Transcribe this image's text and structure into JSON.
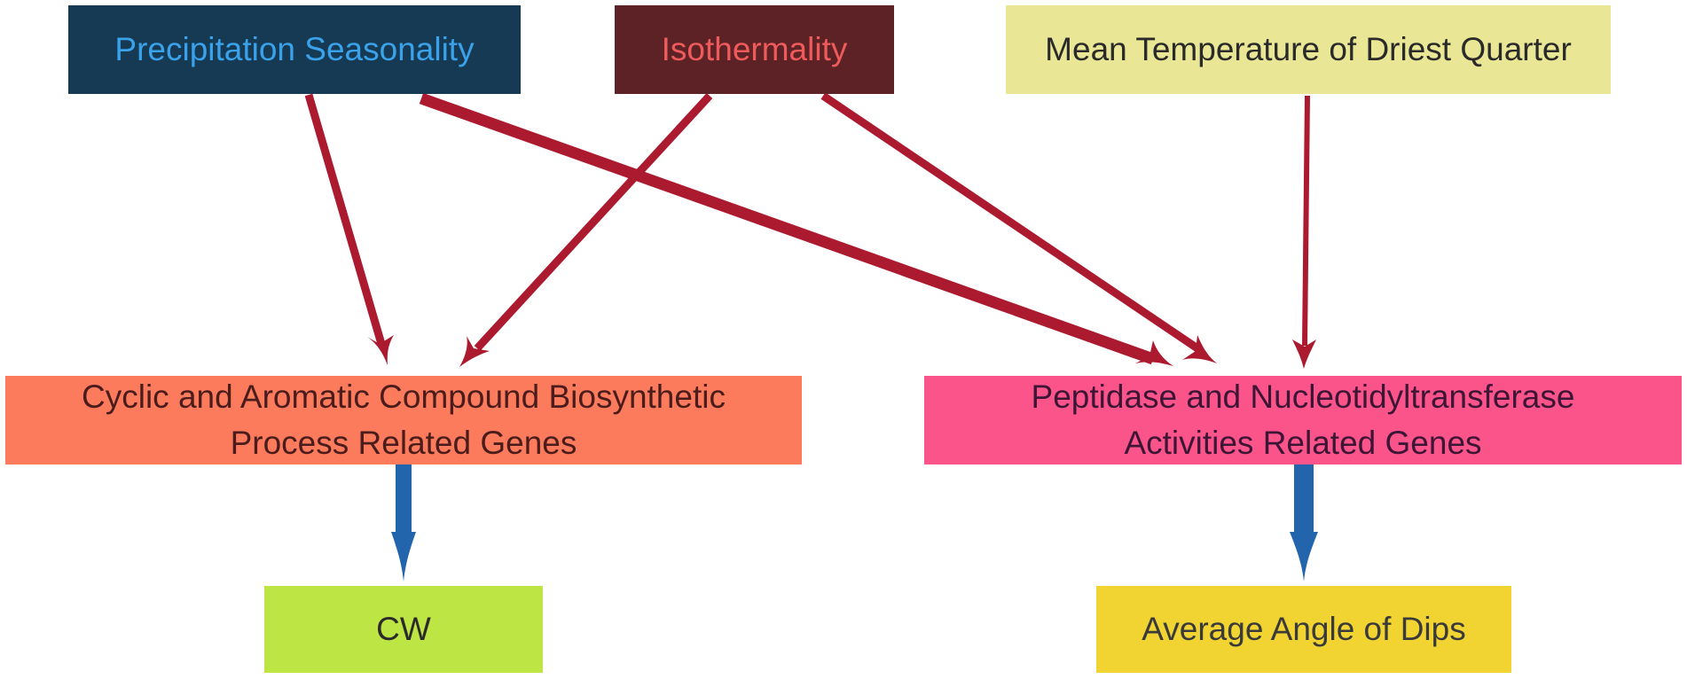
{
  "colors": {
    "precip_bg": "#163a54",
    "precip_fg": "#3aa2ea",
    "iso_bg": "#5c2226",
    "iso_fg": "#ef5b5b",
    "mtdq_bg": "#e9e795",
    "mtdq_fg": "#2a2a2a",
    "cyclic_bg": "#fb7b5c",
    "cyclic_fg": "#4a1c1c",
    "pept_bg": "#fb548a",
    "pept_fg": "#3d1636",
    "cw_bg": "#bde544",
    "cw_fg": "#2a2a2a",
    "dips_bg": "#f1d432",
    "dips_fg": "#3a3a3a",
    "red_arrow": "#ac1a2f",
    "blue_arrow": "#2265ad"
  },
  "nodes": {
    "precip": "Precipitation Seasonality",
    "iso": "Isothermality",
    "mtdq": "Mean Temperature of Driest Quarter",
    "cyclic_line1": "Cyclic and Aromatic Compound Biosynthetic",
    "cyclic_line2": "Process Related Genes",
    "pept_line1": "Peptidase and Nucleotidyltransferase",
    "pept_line2": "Activities Related Genes",
    "cw": "CW",
    "dips": "Average Angle of Dips"
  },
  "edges": [
    {
      "from": "Precipitation Seasonality",
      "to": "Cyclic and Aromatic Compound Biosynthetic Process Related Genes",
      "color": "red",
      "weight": "medium"
    },
    {
      "from": "Precipitation Seasonality",
      "to": "Peptidase and Nucleotidyltransferase Activities Related Genes",
      "color": "red",
      "weight": "heavy"
    },
    {
      "from": "Isothermality",
      "to": "Cyclic and Aromatic Compound Biosynthetic Process Related Genes",
      "color": "red",
      "weight": "medium"
    },
    {
      "from": "Isothermality",
      "to": "Peptidase and Nucleotidyltransferase Activities Related Genes",
      "color": "red",
      "weight": "medium"
    },
    {
      "from": "Mean Temperature of Driest Quarter",
      "to": "Peptidase and Nucleotidyltransferase Activities Related Genes",
      "color": "red",
      "weight": "light"
    },
    {
      "from": "Cyclic and Aromatic Compound Biosynthetic Process Related Genes",
      "to": "CW",
      "color": "blue",
      "weight": "heavy"
    },
    {
      "from": "Peptidase and Nucleotidyltransferase Activities Related Genes",
      "to": "Average Angle of Dips",
      "color": "blue",
      "weight": "heavy"
    }
  ]
}
